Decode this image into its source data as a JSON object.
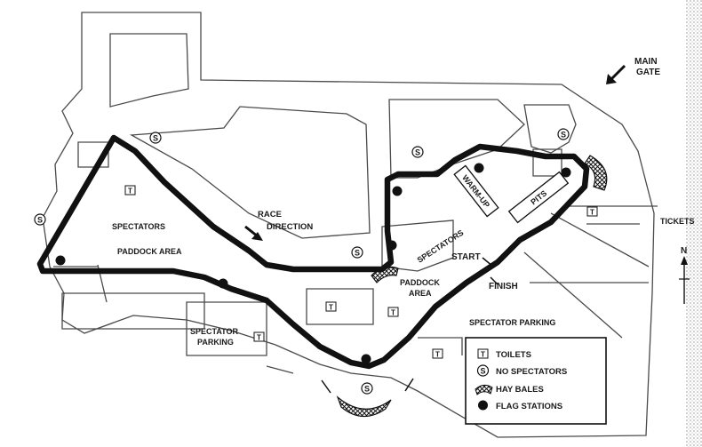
{
  "labels": {
    "main_gate_line1": "MAIN",
    "main_gate_line2": "GATE",
    "tickets": "TICKETS",
    "north": "N",
    "race_direction_line1": "RACE",
    "race_direction_line2": "DIRECTION",
    "spectators_west": "SPECTATORS",
    "paddock_area_west": "PADDOCK AREA",
    "spectators_center": "SPECTATORS",
    "start": "START",
    "finish": "FINISH",
    "paddock_area_center_line1": "PADDOCK",
    "paddock_area_center_line2": "AREA",
    "warm_up": "WARM-UP",
    "pits": "PITS",
    "spectator_parking_east": "SPECTATOR PARKING",
    "spectator_parking_west_line1": "SPECTATOR",
    "spectator_parking_west_line2": "PARKING"
  },
  "legend": {
    "items": [
      {
        "symbol": "T",
        "label": "TOILETS"
      },
      {
        "symbol": "S",
        "label": "NO SPECTATORS"
      },
      {
        "symbol": "hay",
        "label": "HAY BALES"
      },
      {
        "symbol": "dot",
        "label": "FLAG STATIONS"
      }
    ]
  },
  "symbols": {
    "toilet": "T",
    "no_spectators": "S"
  },
  "colors": {
    "track": "#111111",
    "ink": "#1a1a1a",
    "background": "#ffffff"
  }
}
